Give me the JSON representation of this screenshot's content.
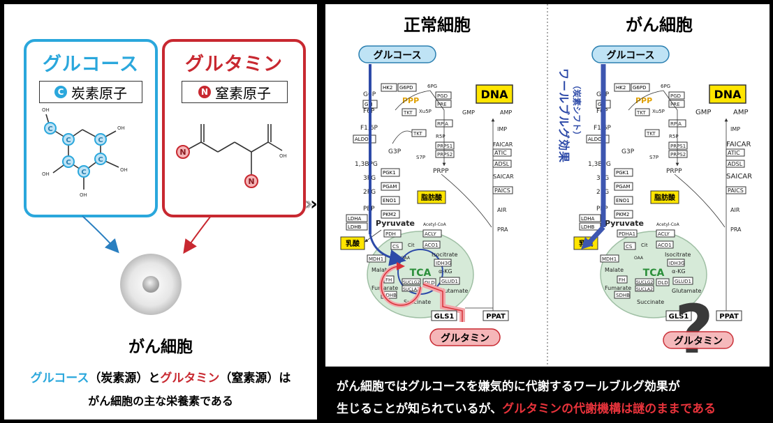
{
  "left": {
    "glucose_title": "グルコース",
    "glucose_atom_symbol": "C",
    "glucose_atom_label": "炭素原子",
    "glutamine_title": "グルタミン",
    "glutamine_atom_symbol": "N",
    "glutamine_atom_label": "窒素原子",
    "oh_label": "OH",
    "cancer_cell_label": "がん細胞",
    "summary_glucose": "グルコース",
    "summary_carbon": "（炭素源）と",
    "summary_glutamine": "グルタミン",
    "summary_nitrogen": "（窒素源）は",
    "summary_line2": "がん細胞の主な栄養素である"
  },
  "normal": {
    "title": "正常細胞",
    "glucose": "グルコース",
    "dna": "DNA",
    "ppp": "PPP",
    "fatty_acid": "脂肪酸",
    "lactate": "乳酸",
    "tca": "TCA",
    "glutamine": "グルタミン",
    "gls1": "GLS1",
    "ppat": "PPAT"
  },
  "cancer": {
    "title": "がん細胞",
    "glucose": "グルコース",
    "dna": "DNA",
    "ppp": "PPP",
    "fatty_acid": "脂肪酸",
    "lactate": "乳酸",
    "tca": "TCA",
    "glutamine": "グルタミン",
    "gls1": "GLS1",
    "ppat": "PPAT",
    "warburg_label": "ワールブルグ効果",
    "warburg_sub": "（炭素シフト）",
    "question": "?"
  },
  "pathway": {
    "glycolysis": [
      "G6P",
      "F6P",
      "F1,6P",
      "G3P",
      "1,3BPG",
      "3PG",
      "2PG",
      "PEP",
      "Pyruvate"
    ],
    "glycolysis_enzymes": [
      "HK2",
      "G6PD",
      "GPI",
      "ALDOC",
      "PGK1",
      "PGAM",
      "ENO1",
      "PKM2"
    ],
    "ppp_items": [
      "6PG",
      "PGD",
      "PRE",
      "Xu5P",
      "TKT",
      "TKT",
      "RPIA",
      "R5P",
      "S7P",
      "PRPS1",
      "PRPS2",
      "PRPP"
    ],
    "purine": [
      "GMP",
      "AMP",
      "IMP",
      "FAICAR",
      "ATIC",
      "ADSL",
      "SAICAR",
      "PAICS",
      "AIR",
      "PRA"
    ],
    "lactate_enzymes": [
      "LDHA",
      "LDHB"
    ],
    "tca_items": [
      "PDH",
      "ACLY",
      "Acetyl-CoA",
      "CS",
      "Cit",
      "ACO1",
      "Isocitrate",
      "IDH3G",
      "α-KG",
      "GLUD1",
      "Glutamate",
      "DLD",
      "SUCLG2",
      "SUCLA2",
      "Succinate",
      "SDHB",
      "Fumarate",
      "FH",
      "Malate",
      "MDH1",
      "OAA"
    ],
    "cancer_pdh": "PDHA1"
  },
  "caption": {
    "line1": "がん細胞ではグルコースを嫌気的に代謝するワールブルグ効果が",
    "line2_white": "生じることが知られているが、",
    "line2_red": "グルタミンの代謝機構は謎のままである"
  },
  "colors": {
    "glucose_blue": "#2aa7dc",
    "glutamine_red": "#c82830",
    "glucose_fill": "#bfe3f5",
    "glutamine_fill": "#f5b6b8",
    "dna_yellow": "#ffe500",
    "tca_green": "#d6ead8",
    "warburg_blue": "#3d56b0"
  }
}
